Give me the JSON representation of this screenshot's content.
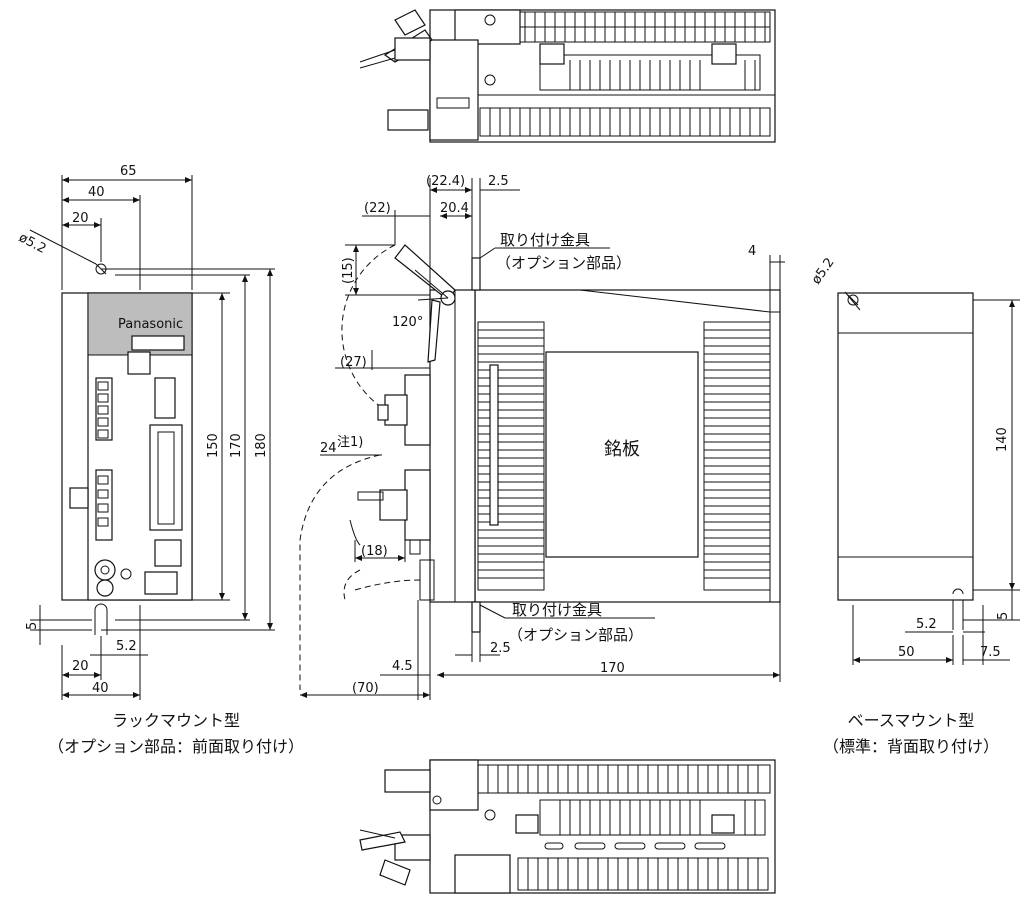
{
  "dimensions": {
    "rack": {
      "w65": "65",
      "w40": "40",
      "w20": "20",
      "phi": "ø5.2",
      "h150": "150",
      "h170": "170",
      "h180": "180",
      "b5": "5",
      "b20": "20",
      "b52": "5.2",
      "b40": "40"
    },
    "side": {
      "d224": "(22.4)",
      "d25": "2.5",
      "d22": "(22)",
      "d204": "20.4",
      "d15": "(15)",
      "d120": "120°",
      "d27": "(27)",
      "d24": "24",
      "d24note": "注1)",
      "d18": "(18)",
      "d45": "4.5",
      "d70": "(70)",
      "d170": "170",
      "d25b": "2.5"
    },
    "base": {
      "d4": "4",
      "phi": "ø5.2",
      "h140": "140",
      "b5": "5",
      "b52": "5.2",
      "b50": "50",
      "b75": "7.5"
    }
  },
  "labels": {
    "bracket_top_1": "取り付け金具",
    "bracket_top_2": "（オプション部品）",
    "bracket_bot_1": "取り付け金具",
    "bracket_bot_2": "（オプション部品）",
    "nameplate": "銘板",
    "rack_caption_1": "ラックマウント型",
    "rack_caption_2": "（オプション部品：前面取り付け）",
    "base_caption_1": "ベースマウント型",
    "base_caption_2": "（標準：背面取り付け）",
    "brand": "Panasonic"
  }
}
